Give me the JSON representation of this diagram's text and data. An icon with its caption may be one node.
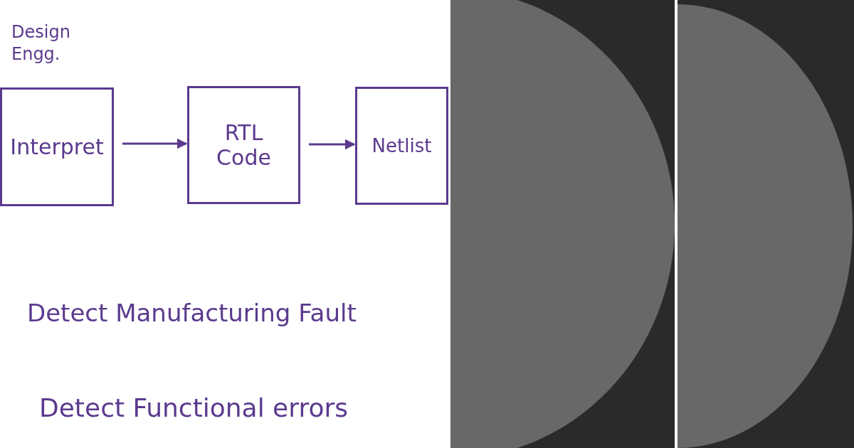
{
  "diagram": {
    "nodes": [
      {
        "text": [
          "Design Engg.",
          "Interpret"
        ]
      },
      {
        "text": [
          "RTL Code"
        ]
      },
      {
        "text": [
          "Netlist"
        ]
      }
    ],
    "edges": [
      {
        "from": 0,
        "to": 1,
        "arrow": "to"
      },
      {
        "from": 1,
        "to": 2,
        "arrow": "to"
      }
    ],
    "labels": [
      "Detect Manufacturing Fault",
      "Detect Functional errors"
    ]
  }
}
